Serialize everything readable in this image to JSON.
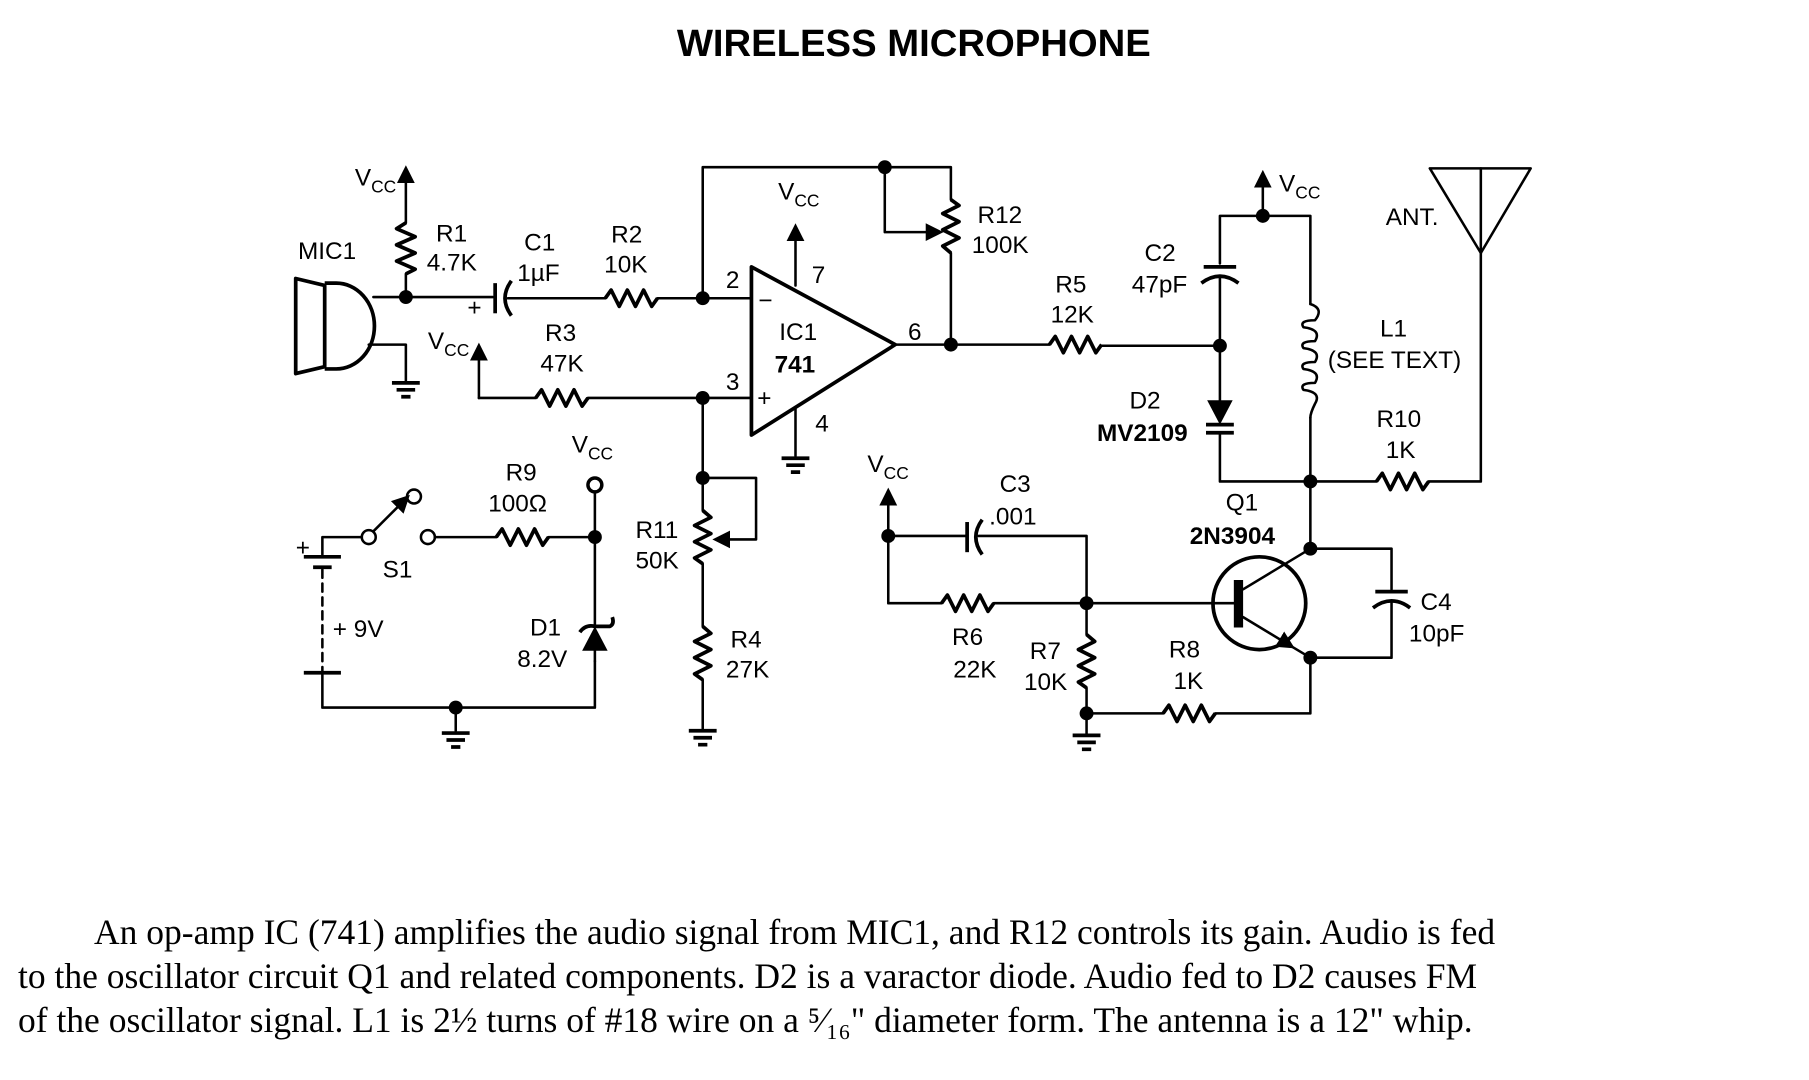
{
  "title": "WIRELESS MICROPHONE",
  "vcc_label": "V",
  "vcc_sub": "CC",
  "components": {
    "mic1": {
      "ref": "MIC1"
    },
    "r1": {
      "ref": "R1",
      "value": "4.7K"
    },
    "c1": {
      "ref": "C1",
      "value": "1µF",
      "polarity": "+"
    },
    "r2": {
      "ref": "R2",
      "value": "10K"
    },
    "r3": {
      "ref": "R3",
      "value": "47K"
    },
    "ic1": {
      "ref": "IC1",
      "value": "741",
      "pins": {
        "inv": "2",
        "noninv": "3",
        "out": "6",
        "vplus": "7",
        "vminus": "4"
      },
      "inv_sign": "−",
      "noninv_sign": "+"
    },
    "r12": {
      "ref": "R12",
      "value": "100K"
    },
    "r5": {
      "ref": "R5",
      "value": "12K"
    },
    "c2": {
      "ref": "C2",
      "value": "47pF"
    },
    "d2": {
      "ref": "D2",
      "value": "MV2109"
    },
    "l1": {
      "ref": "L1",
      "value": "(SEE TEXT)"
    },
    "ant": {
      "ref": "ANT."
    },
    "r10": {
      "ref": "R10",
      "value": "1K"
    },
    "q1": {
      "ref": "Q1",
      "value": "2N3904"
    },
    "c4": {
      "ref": "C4",
      "value": "10pF"
    },
    "c3": {
      "ref": "C3",
      "value": ".001"
    },
    "r6": {
      "ref": "R6",
      "value": "22K"
    },
    "r7": {
      "ref": "R7",
      "value": "10K"
    },
    "r8": {
      "ref": "R8",
      "value": "1K"
    },
    "r9": {
      "ref": "R9",
      "value": "100Ω"
    },
    "s1": {
      "ref": "S1"
    },
    "battery": {
      "value": "+ 9V",
      "polarity": "+"
    },
    "d1": {
      "ref": "D1",
      "value": "8.2V"
    },
    "r11": {
      "ref": "R11",
      "value": "50K"
    },
    "r4": {
      "ref": "R4",
      "value": "27K"
    }
  },
  "caption": [
    "An op-amp IC (741) amplifies the audio signal from MIC1, and R12 controls its gain. Audio is fed",
    "to the oscillator circuit Q1 and related components. D2 is a varactor diode. Audio fed to D2 causes FM",
    "of the oscillator signal. L1 is 2½ turns of #18 wire on a ⁵⁄₁₆\" diameter form. The antenna is a 12\" whip."
  ]
}
